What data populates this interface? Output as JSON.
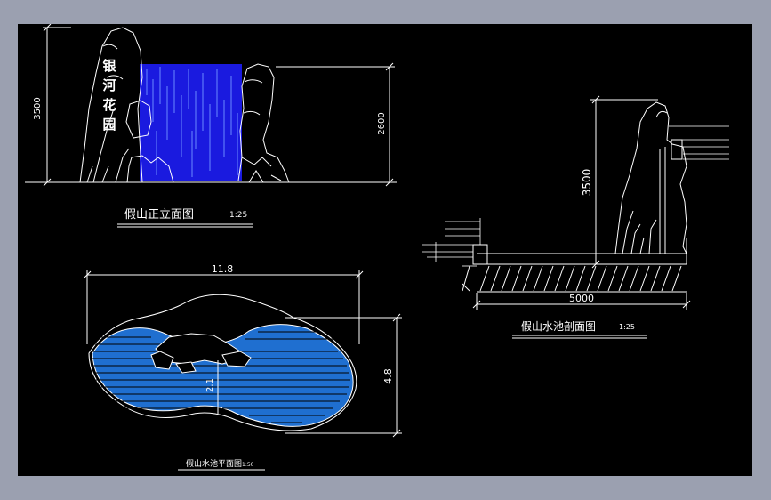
{
  "colors": {
    "background": "#9ba0b0",
    "canvas": "#000000",
    "line": "#ffffff",
    "water": "#1a1adf",
    "pond_fill": "#1f6fd0"
  },
  "elevation": {
    "title": "假山正立面图",
    "scale": "1:25",
    "sign_text": [
      "银",
      "河",
      "花",
      "园"
    ],
    "dim_height_left": "3500",
    "dim_height_right": "2600"
  },
  "plan": {
    "title": "假山水池平面图",
    "scale": "1:50",
    "dim_width": "11.8",
    "dim_height": "4.8",
    "dim_inner": "2.1"
  },
  "section": {
    "title": "假山水池剖面图",
    "scale": "1:25",
    "dim_width": "5000",
    "dim_height": "3500"
  }
}
